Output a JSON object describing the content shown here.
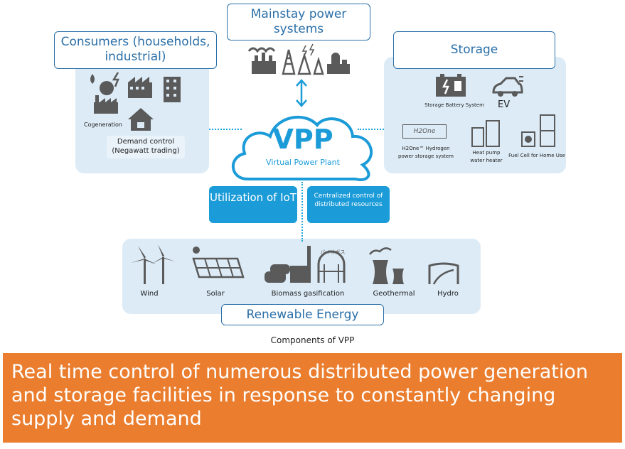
{
  "mainstay": {
    "title": "Mainstay power systems"
  },
  "consumers": {
    "title": "Consumers (households, industrial)",
    "cogeneration": "Cogeneration",
    "demand_control": "Demand control (Negawatt trading)"
  },
  "storage": {
    "title": "Storage",
    "battery": "Storage Battery System",
    "ev": "EV",
    "h2one_logo": "H2One",
    "h2one": "H2One™ Hydrogen power storage system",
    "heat_pump": "Heat pump water heater",
    "fuel_cell": "Fuel Cell for Home Use"
  },
  "vpp": {
    "title": "VPP",
    "subtitle": "Virtual Power Plant"
  },
  "iot": {
    "label": "Utilization of IoT"
  },
  "centralized": {
    "label": "Centralized control of distributed resources"
  },
  "renewable": {
    "title": "Renewable Energy",
    "items": [
      "Wind",
      "Solar",
      "Biomass gasification",
      "Geothermal",
      "Hydro"
    ],
    "biogas_sign": "バイオガス"
  },
  "caption": "Components of VPP",
  "banner": "Real time control of numerous distributed power generation and storage facilities in response to constantly changing supply and demand",
  "colors": {
    "accent": "#2a6fa8",
    "cyan": "#1b9bd8",
    "panel": "#dcebf6",
    "banner": "#ea7d2e",
    "icon": "#5a5a5a"
  }
}
